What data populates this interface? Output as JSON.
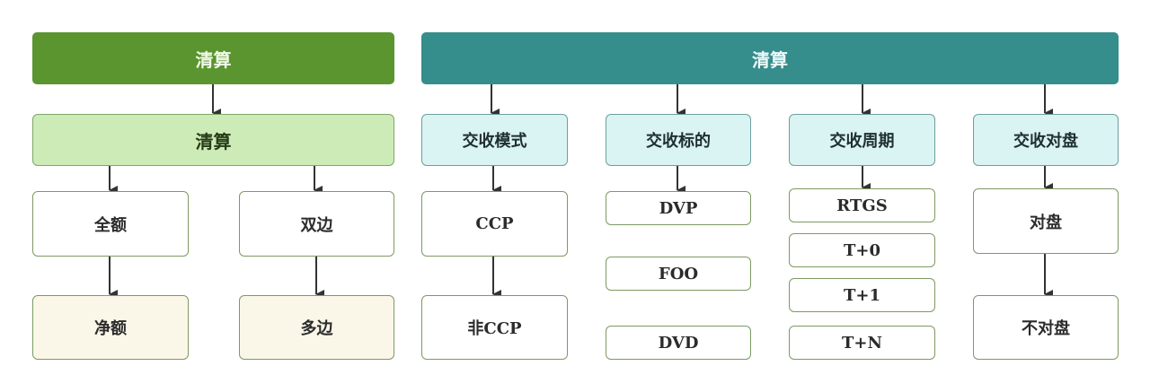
{
  "colors": {
    "left_header": "#5a952f",
    "left_level2": "#cdebb7",
    "right_header": "#358d8c",
    "right_level2": "#daf3f3",
    "leaf": "#ffffff",
    "leaf_final": "#faf7e8",
    "border": "#7d9a64",
    "arrow": "#333333"
  },
  "left": {
    "header": "清算",
    "level2": "清算",
    "branches": [
      {
        "top": "全额",
        "bottom": "净额"
      },
      {
        "top": "双边",
        "bottom": "多边"
      }
    ]
  },
  "right": {
    "header": "清算",
    "categories": [
      {
        "label": "交收模式",
        "items": [
          "CCP",
          "非CCP"
        ]
      },
      {
        "label": "交收标的",
        "items": [
          "DVP",
          "FOO",
          "DVD"
        ]
      },
      {
        "label": "交收周期",
        "items": [
          "RTGS",
          "T+0",
          "T+1",
          "T+N"
        ]
      },
      {
        "label": "交收对盘",
        "items": [
          "对盘",
          "不对盘"
        ]
      }
    ]
  }
}
